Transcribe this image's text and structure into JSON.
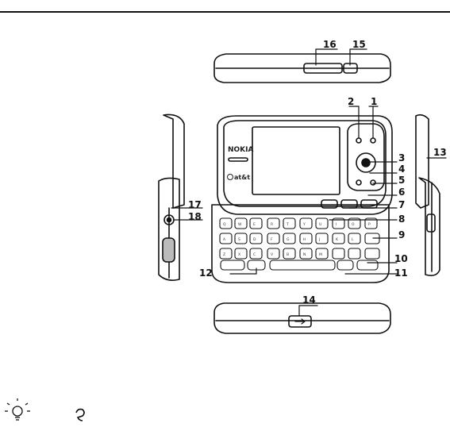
{
  "brand": {
    "name": "NOKIA",
    "carrier": "at&t"
  },
  "callouts": {
    "c1": "1",
    "c2": "2",
    "c3": "3",
    "c4": "4",
    "c5": "5",
    "c6": "6",
    "c7": "7",
    "c8": "8",
    "c9": "9",
    "c10": "10",
    "c11": "11",
    "c12": "12",
    "c13": "13",
    "c14": "14",
    "c15": "15",
    "c16": "16",
    "c17": "17",
    "c18": "18"
  },
  "keyboard": {
    "row1": [
      "Q",
      "W",
      "E",
      "R",
      "T",
      "Y",
      "U",
      "I",
      "O",
      "P"
    ],
    "row2": [
      "A",
      "S",
      "D",
      "F",
      "G",
      "H",
      "J",
      "K",
      "L"
    ],
    "row3": [
      "Z",
      "X",
      "C",
      "V",
      "B",
      "N",
      "M"
    ]
  },
  "tip": {
    "icon": "lightbulb-icon",
    "menu_icon": "menu-key-icon"
  }
}
